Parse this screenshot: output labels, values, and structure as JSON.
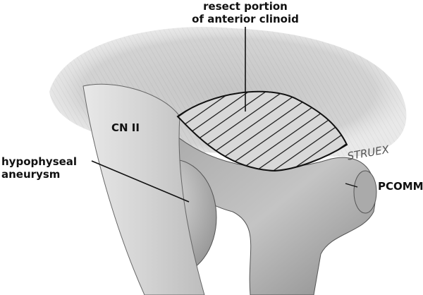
{
  "labels": {
    "clinoid_line1": "resect portion",
    "clinoid_line2": "of anterior clinoid",
    "cn2": "CN II",
    "aneurysm_line1": "hypophyseal",
    "aneurysm_line2": "aneurysm",
    "pcomm": "PCOMM"
  },
  "signature": "STRUEX"
}
